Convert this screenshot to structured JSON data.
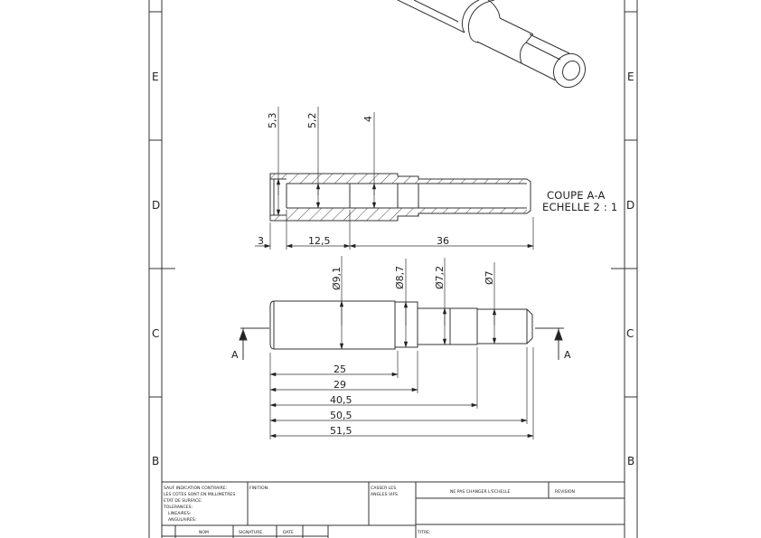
{
  "zone_letters": {
    "e": "E",
    "d": "D",
    "c": "C",
    "b": "B"
  },
  "section_view": {
    "title": "COUPE A-A",
    "scale": "ECHELLE 2 : 1",
    "dims": {
      "d1": "5,3",
      "d2": "5,2",
      "d3": "4",
      "h1": "3",
      "h2": "12,5",
      "h3": "36"
    }
  },
  "front_view": {
    "diameters": {
      "d1": "Ø9,1",
      "d2": "Ø8,7",
      "d3": "Ø7,2",
      "d4": "Ø7"
    },
    "lengths": {
      "l1": "25",
      "l2": "29",
      "l3": "40,5",
      "l4": "50,5",
      "l5": "51,5"
    },
    "section_marker_left": "A",
    "section_marker_right": "A"
  },
  "title_block": {
    "general_notes": [
      "SAUF INDICATION CONTRAIRE:",
      "LES COTES SONT EN MILLIMETRES",
      "ETAT DE SURFACE:",
      "TOLERANCES:",
      "LINEAIRES:",
      "ANGULAIRES:"
    ],
    "finish_label": "FINITION:",
    "edges_line1": "CASSER LES",
    "edges_line2": "ANGLES VIFS",
    "scale_note": "NE PAS CHANGER L'ECHELLE",
    "revision_label": "REVISION",
    "name_header": "NOM",
    "signature_header": "SIGNATURE",
    "date_header": "DATE",
    "title_label": "TITRE:"
  }
}
